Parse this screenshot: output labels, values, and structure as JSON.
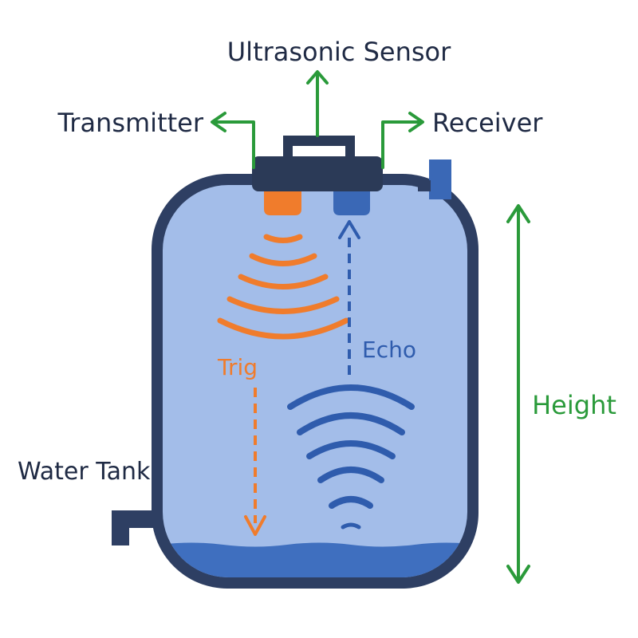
{
  "labels": {
    "sensor": "Ultrasonic Sensor",
    "transmitter": "Transmitter",
    "receiver": "Receiver",
    "trig": "Trig",
    "echo": "Echo",
    "height": "Height",
    "tank": "Water Tank"
  },
  "colors": {
    "outline": "#2e3f63",
    "water": "#a3bde9",
    "water_bottom": "#3f6fbf",
    "sensor_body": "#2b3a57",
    "transmitter": "#f07c2c",
    "receiver": "#3a68b6",
    "trig_wave": "#f07c2c",
    "echo_wave": "#2f5cad",
    "arrow_green": "#2a9a3a",
    "text_dark": "#1f2a44"
  },
  "icons": {
    "sensor": "ultrasonic-sensor-icon",
    "valve": "side-valve-icon",
    "outlet": "outlet-pipe-icon"
  }
}
